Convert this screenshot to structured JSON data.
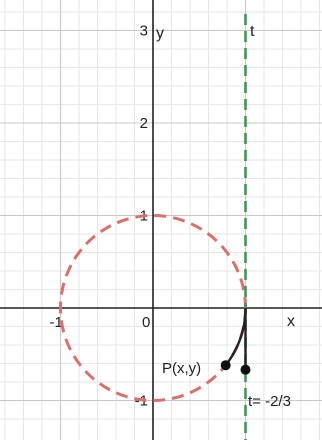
{
  "diagram": {
    "x_axis_label": "x",
    "y_axis_label": "y",
    "tangent_line_label": "t",
    "point_label": "P(x,y)",
    "parameter_label": "t= -2/3",
    "x_ticks": [
      {
        "value": -1,
        "label": "-1"
      },
      {
        "value": 0,
        "label": "0"
      }
    ],
    "y_ticks": [
      {
        "value": 3,
        "label": "3"
      },
      {
        "value": 2,
        "label": "2"
      },
      {
        "value": 1,
        "label": "1"
      },
      {
        "value": -1,
        "label": "-1"
      }
    ],
    "x_range": [
      -1.65,
      1.85
    ],
    "y_range": [
      -1.4,
      3.3
    ],
    "circle": {
      "center": [
        0,
        0
      ],
      "radius": 1
    },
    "tangent_x": 1,
    "t_value": -0.6667,
    "point_P": [
      0.7859,
      -0.6184
    ],
    "point_t": [
      1,
      -0.6667
    ],
    "colors": {
      "circle": "#d9706b",
      "tangent": "#3a9a55",
      "arc": "#222222",
      "point": "#111111",
      "grid_minor": "#e6e6e6",
      "grid_major": "#c8c8c8",
      "axis": "#222222"
    }
  }
}
